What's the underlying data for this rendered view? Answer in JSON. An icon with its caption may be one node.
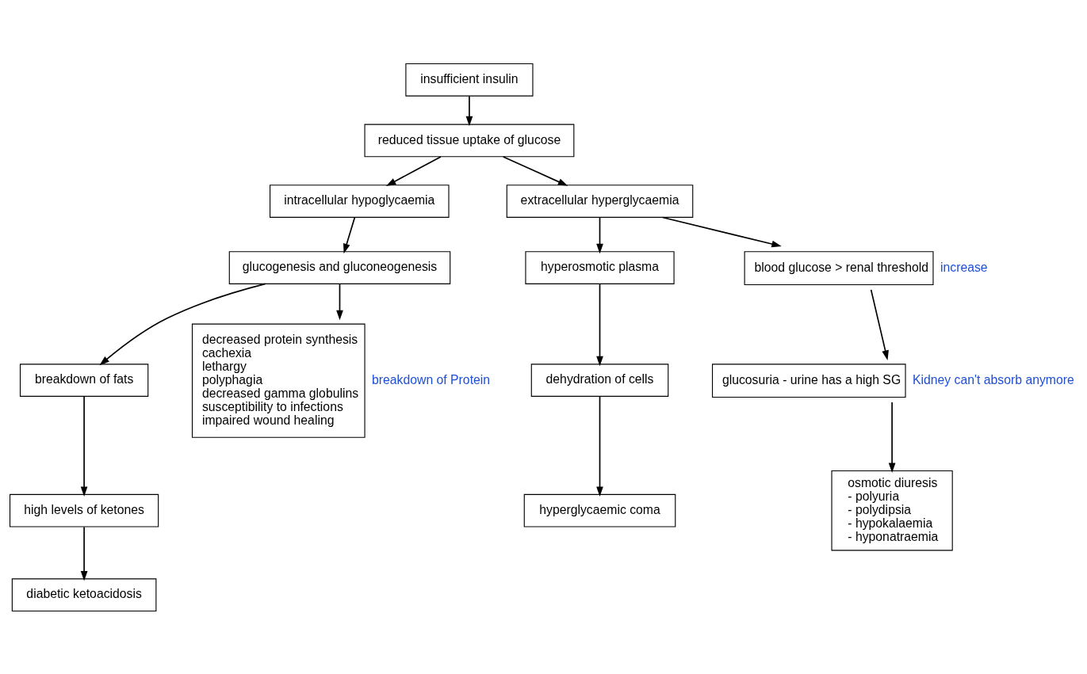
{
  "diagram": {
    "nodes": [
      {
        "text": [
          "insufficient insulin"
        ]
      },
      {
        "text": [
          "reduced tissue uptake of glucose"
        ]
      },
      {
        "text": [
          "intracellular hypoglycaemia"
        ]
      },
      {
        "text": [
          "extracellular hyperglycaemia"
        ]
      },
      {
        "text": [
          "glucogenesis and gluconeogenesis"
        ]
      },
      {
        "text": [
          "breakdown of fats"
        ]
      },
      {
        "text": [
          "decreased protein synthesis",
          "cachexia",
          "lethargy",
          "polyphagia",
          "decreased gamma globulins",
          "susceptibility to infections",
          "impaired wound healing"
        ],
        "beside": [
          "breakdown of Protein"
        ]
      },
      {
        "text": [
          "high levels of ketones"
        ]
      },
      {
        "text": [
          "diabetic ketoacidosis"
        ]
      },
      {
        "text": [
          "hyperosmotic plasma"
        ]
      },
      {
        "text": [
          "blood glucose > renal threshold"
        ],
        "beside": [
          "increase"
        ]
      },
      {
        "text": [
          "dehydration of cells"
        ]
      },
      {
        "text": [
          "glucosuria - urine has a high SG"
        ],
        "beside": [
          "Kidney can't absorb anymore"
        ]
      },
      {
        "text": [
          "hyperglycaemic coma"
        ]
      },
      {
        "text": [
          "osmotic diuresis",
          "- polyuria",
          "- polydipsia",
          "- hypokalaemia",
          "- hyponatraemia"
        ]
      }
    ],
    "edges": [
      {
        "from": 0,
        "to": 1,
        "arrow": "to"
      },
      {
        "from": 1,
        "to": 2,
        "arrow": "to"
      },
      {
        "from": 1,
        "to": 3,
        "arrow": "to"
      },
      {
        "from": 2,
        "to": 4,
        "arrow": "to"
      },
      {
        "from": 4,
        "to": 5,
        "arrow": "to"
      },
      {
        "from": 4,
        "to": 6,
        "arrow": "to"
      },
      {
        "from": 5,
        "to": 7,
        "arrow": "to"
      },
      {
        "from": 7,
        "to": 8,
        "arrow": "to"
      },
      {
        "from": 3,
        "to": 9,
        "arrow": "to"
      },
      {
        "from": 3,
        "to": 10,
        "arrow": "to"
      },
      {
        "from": 9,
        "to": 11,
        "arrow": "to"
      },
      {
        "from": 11,
        "to": 13,
        "arrow": "to"
      },
      {
        "from": 10,
        "to": 12,
        "arrow": "to"
      },
      {
        "from": 12,
        "to": 14,
        "arrow": "to"
      }
    ]
  }
}
